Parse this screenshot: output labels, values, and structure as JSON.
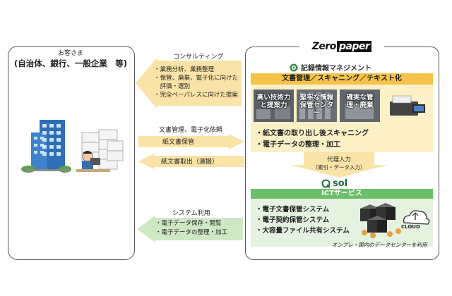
{
  "client": {
    "subtitle": "お客さま",
    "title": "(自治体、銀行、一般企業　等)"
  },
  "logo": {
    "part1": "Zero",
    "part2": "paper"
  },
  "record_title": "記録情報マネジメント",
  "consulting": {
    "label": "コンサルティング",
    "items": [
      "・業務分析、業務整理",
      "・保管、廃棄、電子化に向けた",
      "　評価・選別",
      "・完全ペーパレスに向けた提案"
    ]
  },
  "docflow": {
    "label": "文書管理、電子化依頼",
    "storage": "紙文書保管",
    "retrieval": "紙文書取出（運搬）"
  },
  "docmgmt": {
    "header": "文書管理／スキャニング／テキスト化",
    "photos": [
      {
        "caption": "高い技術力と提案力"
      },
      {
        "caption": "堅牢な情報保管センター"
      },
      {
        "caption": "確実な管理・廃棄"
      }
    ],
    "bullets": [
      "・紙文書の取り出し後スキャニング",
      "・電子データの整理・加工"
    ]
  },
  "proxy": {
    "line1": "代理入力",
    "line2": "（索引・データ入力）"
  },
  "qsol": "sol",
  "system": {
    "label": "システム利用",
    "items": [
      "・電子データ保存・閲覧",
      "・電子データの整理・加工"
    ]
  },
  "ict": {
    "header": "ICTサービス",
    "bullets": [
      "・電子文書保管システム",
      "・電子契約保管システム",
      "・大容量ファイル共有システム"
    ],
    "cloud": "CLOUD",
    "note": "オンプレ・国内のデータセンターを利用"
  },
  "colors": {
    "yellow_arrow": "#f9e3a6",
    "green_arrow": "#cfe8c4",
    "yellow_head": "#f5c34a",
    "green_head": "#6bbf6a"
  }
}
